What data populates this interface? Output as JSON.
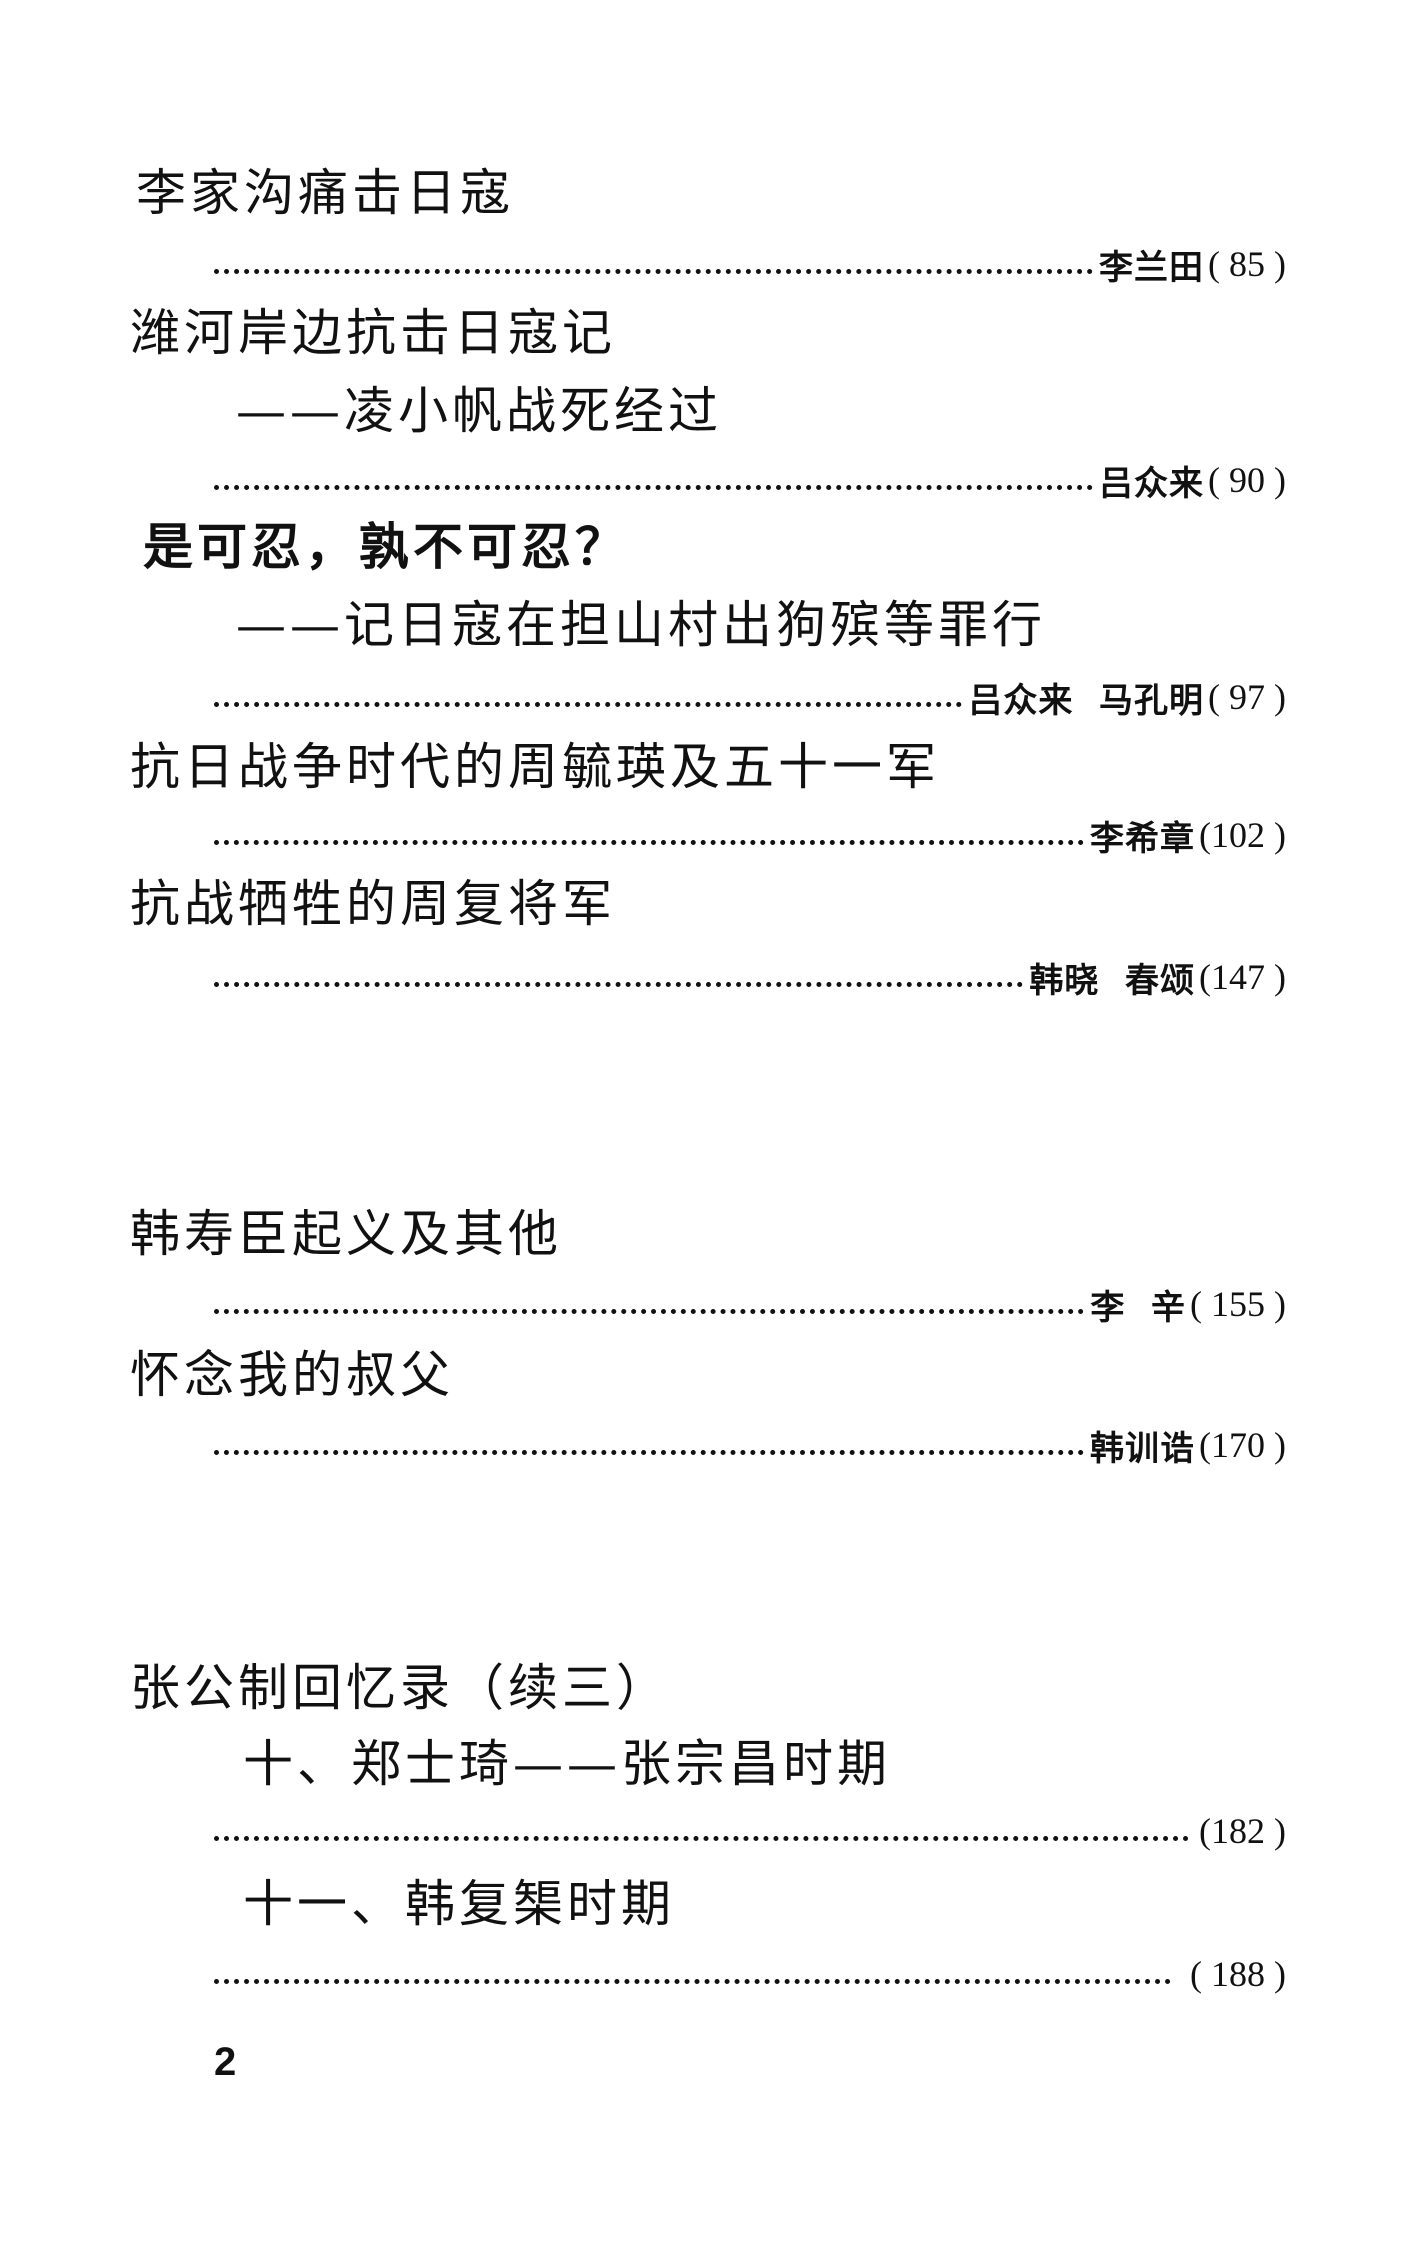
{
  "entries": [
    {
      "title": "李家沟痛击日寇",
      "author": "李兰田",
      "page": "( 85 )"
    },
    {
      "title": "潍河岸边抗击日寇记",
      "subtitle": "——凌小帆战死经过",
      "author": "吕众来",
      "page": "( 90 )"
    },
    {
      "title": "是可忍，孰不可忍？",
      "subtitle": "——记日寇在担山村出狗殡等罪行",
      "author": "吕众来  马孔明",
      "page": "( 97 )"
    },
    {
      "title": "抗日战争时代的周毓瑛及五十一军",
      "author": "李希章",
      "page": "(102 )"
    },
    {
      "title": "抗战牺牲的周复将军",
      "author": "韩晓  春颂",
      "page": "(147 )"
    },
    {
      "title": "韩寿臣起义及其他",
      "author": "李  辛",
      "page": "( 155 )"
    },
    {
      "title": "怀念我的叔父",
      "author": "韩训诰",
      "page": "(170 )"
    },
    {
      "title": "张公制回忆录（续三）",
      "subtitle": "十、郑士琦——张宗昌时期",
      "author": "",
      "page": "(182 )"
    },
    {
      "subtitle": "十一、韩复榘时期",
      "author": "",
      "page": " ( 188 )"
    }
  ],
  "page_number": "2"
}
